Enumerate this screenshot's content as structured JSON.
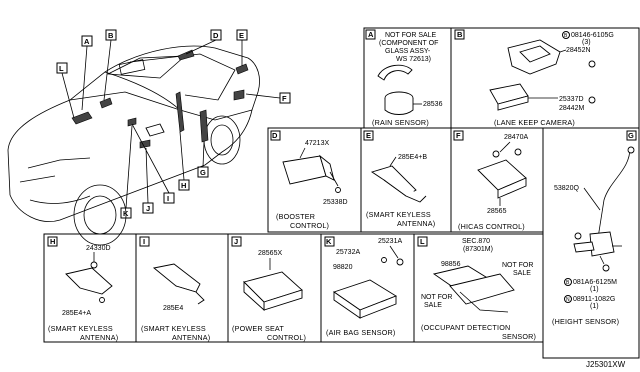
{
  "car_callouts": [
    "A",
    "B",
    "D",
    "E",
    "F",
    "G",
    "H",
    "I",
    "J",
    "K",
    "L"
  ],
  "panels": {
    "A": {
      "tag": "A",
      "note1": "NOT FOR SALE",
      "note2": "(COMPONENT OF",
      "note3": "GLASS ASSY-",
      "note4": "WS 72613)",
      "part": "28536",
      "caption": "(RAIN SENSOR)"
    },
    "B": {
      "tag": "B",
      "bolt": "08146-6105G",
      "bolt_qty": "(3)",
      "p1": "28452N",
      "p2": "25337D",
      "p3": "28442M",
      "caption": "(LANE KEEP CAMERA)"
    },
    "D": {
      "tag": "D",
      "p1": "47213X",
      "p2": "25338D",
      "caption1": "(BOOSTER",
      "caption2": "CONTROL)"
    },
    "E": {
      "tag": "E",
      "p1": "285E4+B",
      "caption1": "(SMART KEYLESS",
      "caption2": "ANTENNA)"
    },
    "F": {
      "tag": "F",
      "p1": "28470A",
      "p2": "28565",
      "caption": "(HICAS CONTROL)"
    },
    "G": {
      "tag": "G",
      "p1": "53820Q",
      "bolt1": "081A6-6125M",
      "bolt1_qty": "(1)",
      "bolt2": "08911-1082G",
      "bolt2_qty": "(1)",
      "caption": "(HEIGHT SENSOR)"
    },
    "H": {
      "tag": "H",
      "p1": "24330D",
      "p2": "285E4+A",
      "caption1": "(SMART KEYLESS",
      "caption2": "ANTENNA)"
    },
    "I": {
      "tag": "I",
      "p1": "285E4",
      "caption1": "(SMART KEYLESS",
      "caption2": "ANTENNA)"
    },
    "J": {
      "tag": "J",
      "p1": "28565X",
      "caption1": "(POWER SEAT",
      "caption2": "CONTROL)"
    },
    "K": {
      "tag": "K",
      "p1": "25732A",
      "p2": "25231A",
      "p3": "98820",
      "caption": "(AIR BAG SENSOR)"
    },
    "L": {
      "tag": "L",
      "sec": "SEC.870",
      "sec_ref": "(87301M)",
      "p1": "98856",
      "nfs1a": "NOT FOR",
      "nfs1b": "SALE",
      "nfs2a": "NOT FOR",
      "nfs2b": "SALE",
      "caption1": "(OCCUPANT DETECTION",
      "caption2": "SENSOR)"
    }
  },
  "diagram_id": "J25301XW"
}
